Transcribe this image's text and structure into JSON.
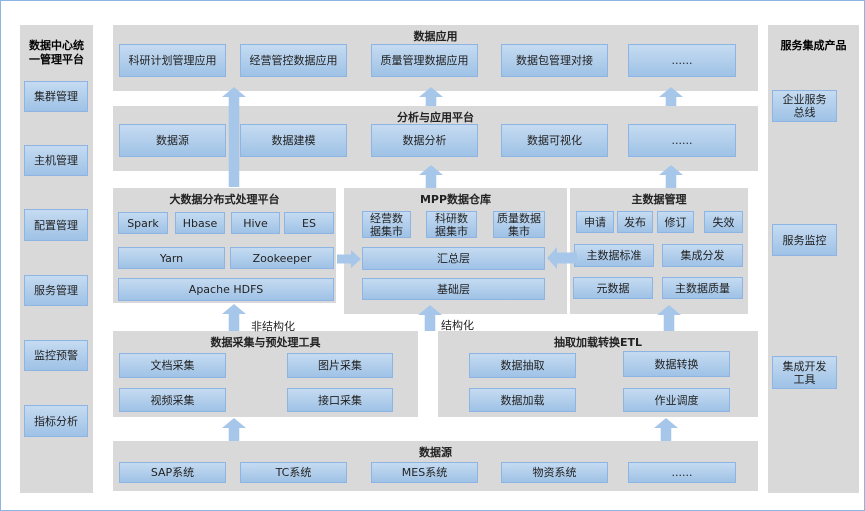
{
  "left_panel": {
    "title": "数据中心统一管理平台",
    "items": [
      "集群管理",
      "主机管理",
      "配置管理",
      "服务管理",
      "监控预警",
      "指标分析"
    ]
  },
  "right_panel": {
    "title": "服务集成产品",
    "items": [
      "企业服务总线",
      "服务监控",
      "集成开发工具"
    ]
  },
  "data_app": {
    "title": "数据应用",
    "items": [
      "科研计划管理应用",
      "经营管控数据应用",
      "质量管理数据应用",
      "数据包管理对接",
      "......"
    ]
  },
  "analysis": {
    "title": "分析与应用平台",
    "items": [
      "数据源",
      "数据建模",
      "数据分析",
      "数据可视化",
      "......"
    ]
  },
  "bigdata": {
    "title": "大数据分布式处理平台",
    "row1": [
      "Spark",
      "Hbase",
      "Hive",
      "ES"
    ],
    "row2": [
      "Yarn",
      "Zookeeper"
    ],
    "row3": "Apache HDFS"
  },
  "mpp": {
    "title": "MPP数据仓库",
    "marts": [
      "经营数据集市",
      "科研数据集市",
      "质量数据集市"
    ],
    "summary": "汇总层",
    "base": "基础层"
  },
  "mdm": {
    "title": "主数据管理",
    "row1": [
      "申请",
      "发布",
      "修订",
      "失效"
    ],
    "row2": [
      "主数据标准",
      "集成分发"
    ],
    "row3": [
      "元数据",
      "主数据质量"
    ]
  },
  "labels": {
    "unstructured": "非结构化",
    "structured": "结构化"
  },
  "collect": {
    "title": "数据采集与预处理工具",
    "items": [
      "文档采集",
      "图片采集",
      "视频采集",
      "接口采集"
    ]
  },
  "etl": {
    "title": "抽取加载转换ETL",
    "items": [
      "数据抽取",
      "数据转换",
      "数据加载",
      "作业调度"
    ]
  },
  "source": {
    "title": "数据源",
    "items": [
      "SAP系统",
      "TC系统",
      "MES系统",
      "物资系统",
      "......"
    ]
  }
}
